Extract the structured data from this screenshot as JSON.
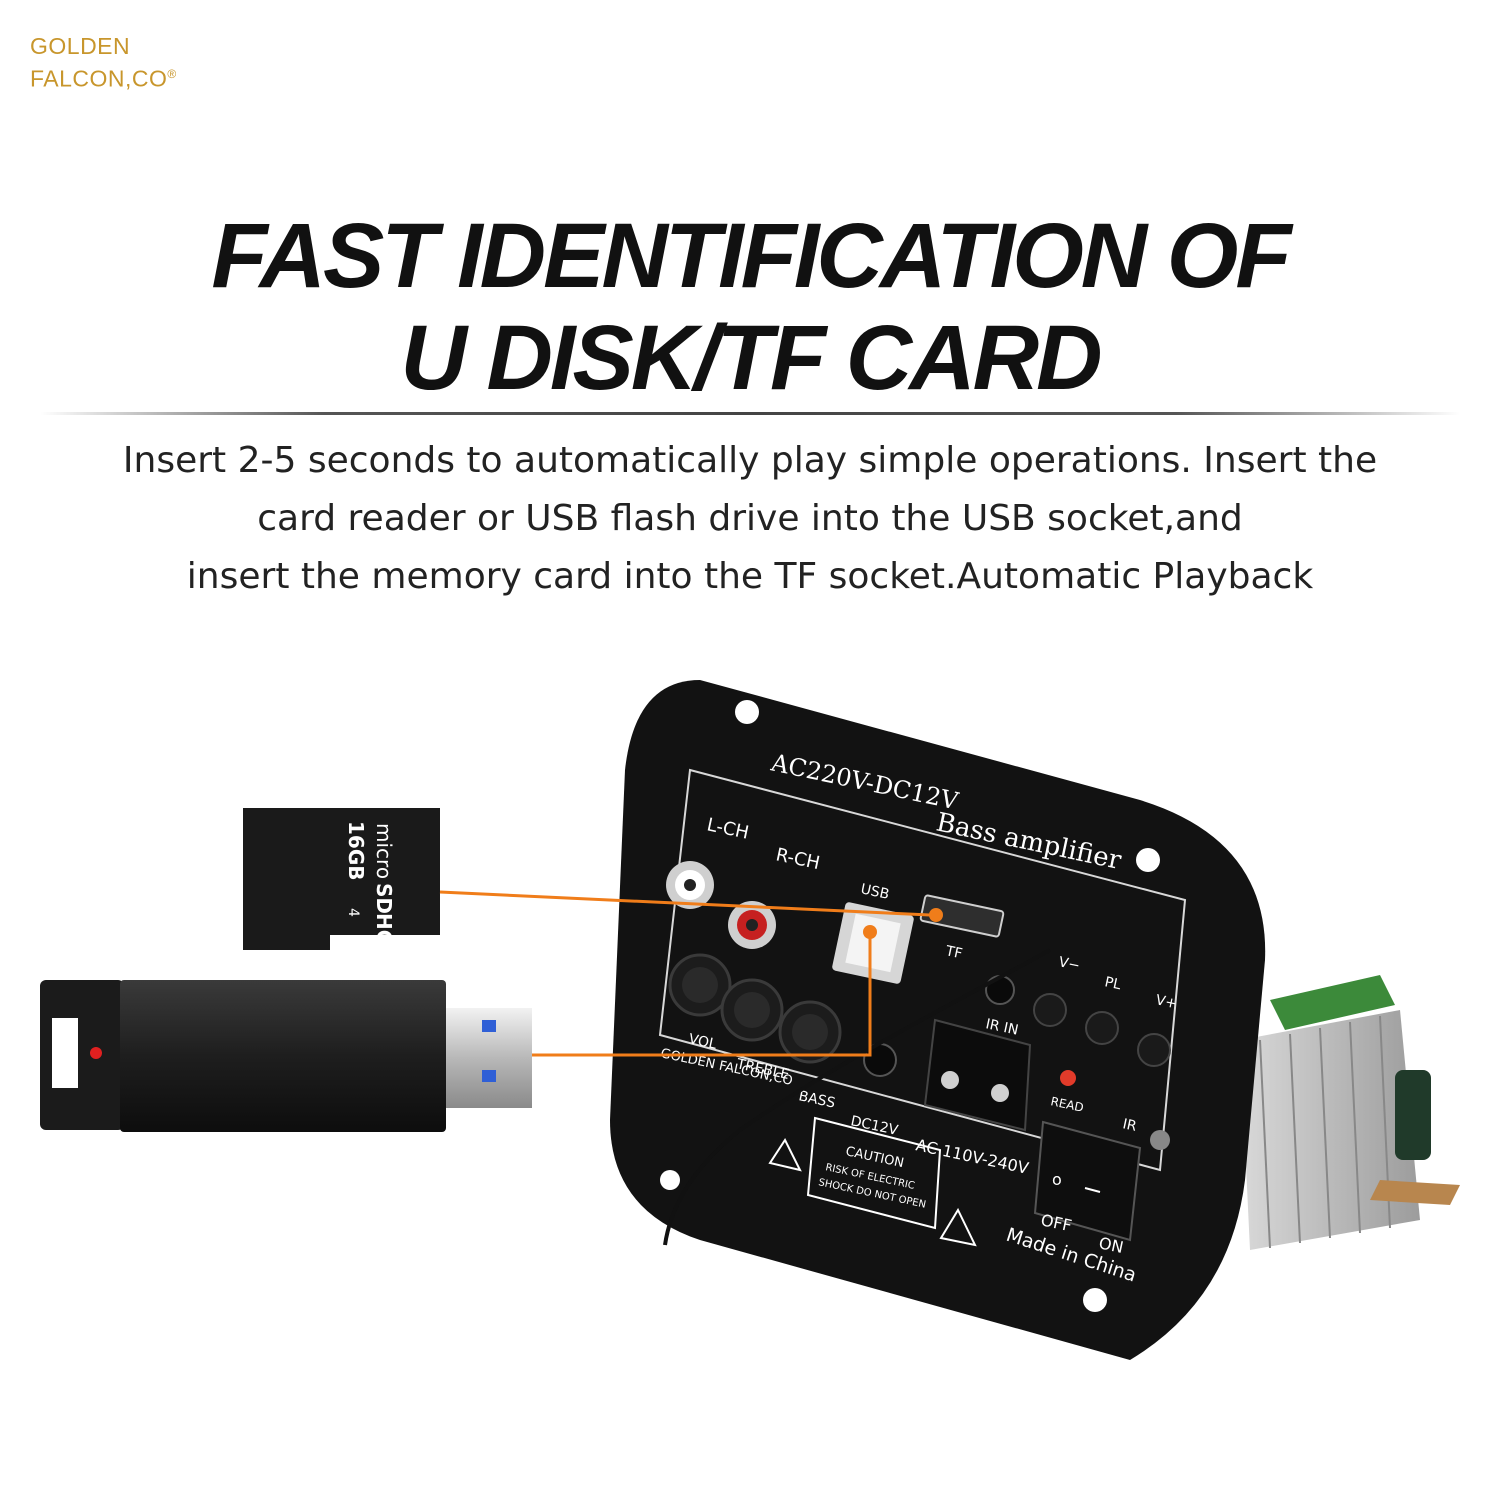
{
  "brand": {
    "line1": "GOLDEN",
    "line2": "FALCON,CO",
    "mark": "®",
    "color": "#c8962c"
  },
  "headline": {
    "line1": "FAST IDENTIFICATION OF",
    "line2": "U DISK/TF CARD"
  },
  "description": {
    "line1": "Insert 2-5 seconds to automatically play simple operations. Insert the",
    "line2": "card reader or USB flash drive into the USB socket,and",
    "line3": "insert the memory card into the TF socket.Automatic Playback"
  },
  "sd_card": {
    "line1": "micro",
    "line2": "SD",
    "line3": "HC",
    "capacity": "16GB",
    "class": "4"
  },
  "amplifier": {
    "voltage": "AC220V-DC12V",
    "title": "Bass amplifier",
    "lch": "L-CH",
    "rch": "R-CH",
    "usb": "USB",
    "tf": "TF",
    "vminus": "V−",
    "pl": "PL",
    "vplus": "V+",
    "irin": "IR IN",
    "vol": "VOL",
    "treble": "TREBLE",
    "bass": "BASS",
    "maker": "GOLDEN FALCON,CO",
    "dc": "DC12V",
    "ac": "AC 110V-240V",
    "read": "READ",
    "ir": "IR",
    "caution": "CAUTION",
    "risk": "RISK OF ELECTRIC",
    "shock": "SHOCK DO NOT OPEN",
    "off": "OFF",
    "on": "ON",
    "made": "Made in China"
  },
  "colors": {
    "accent_line": "#f07d1a",
    "board": "#111111"
  }
}
